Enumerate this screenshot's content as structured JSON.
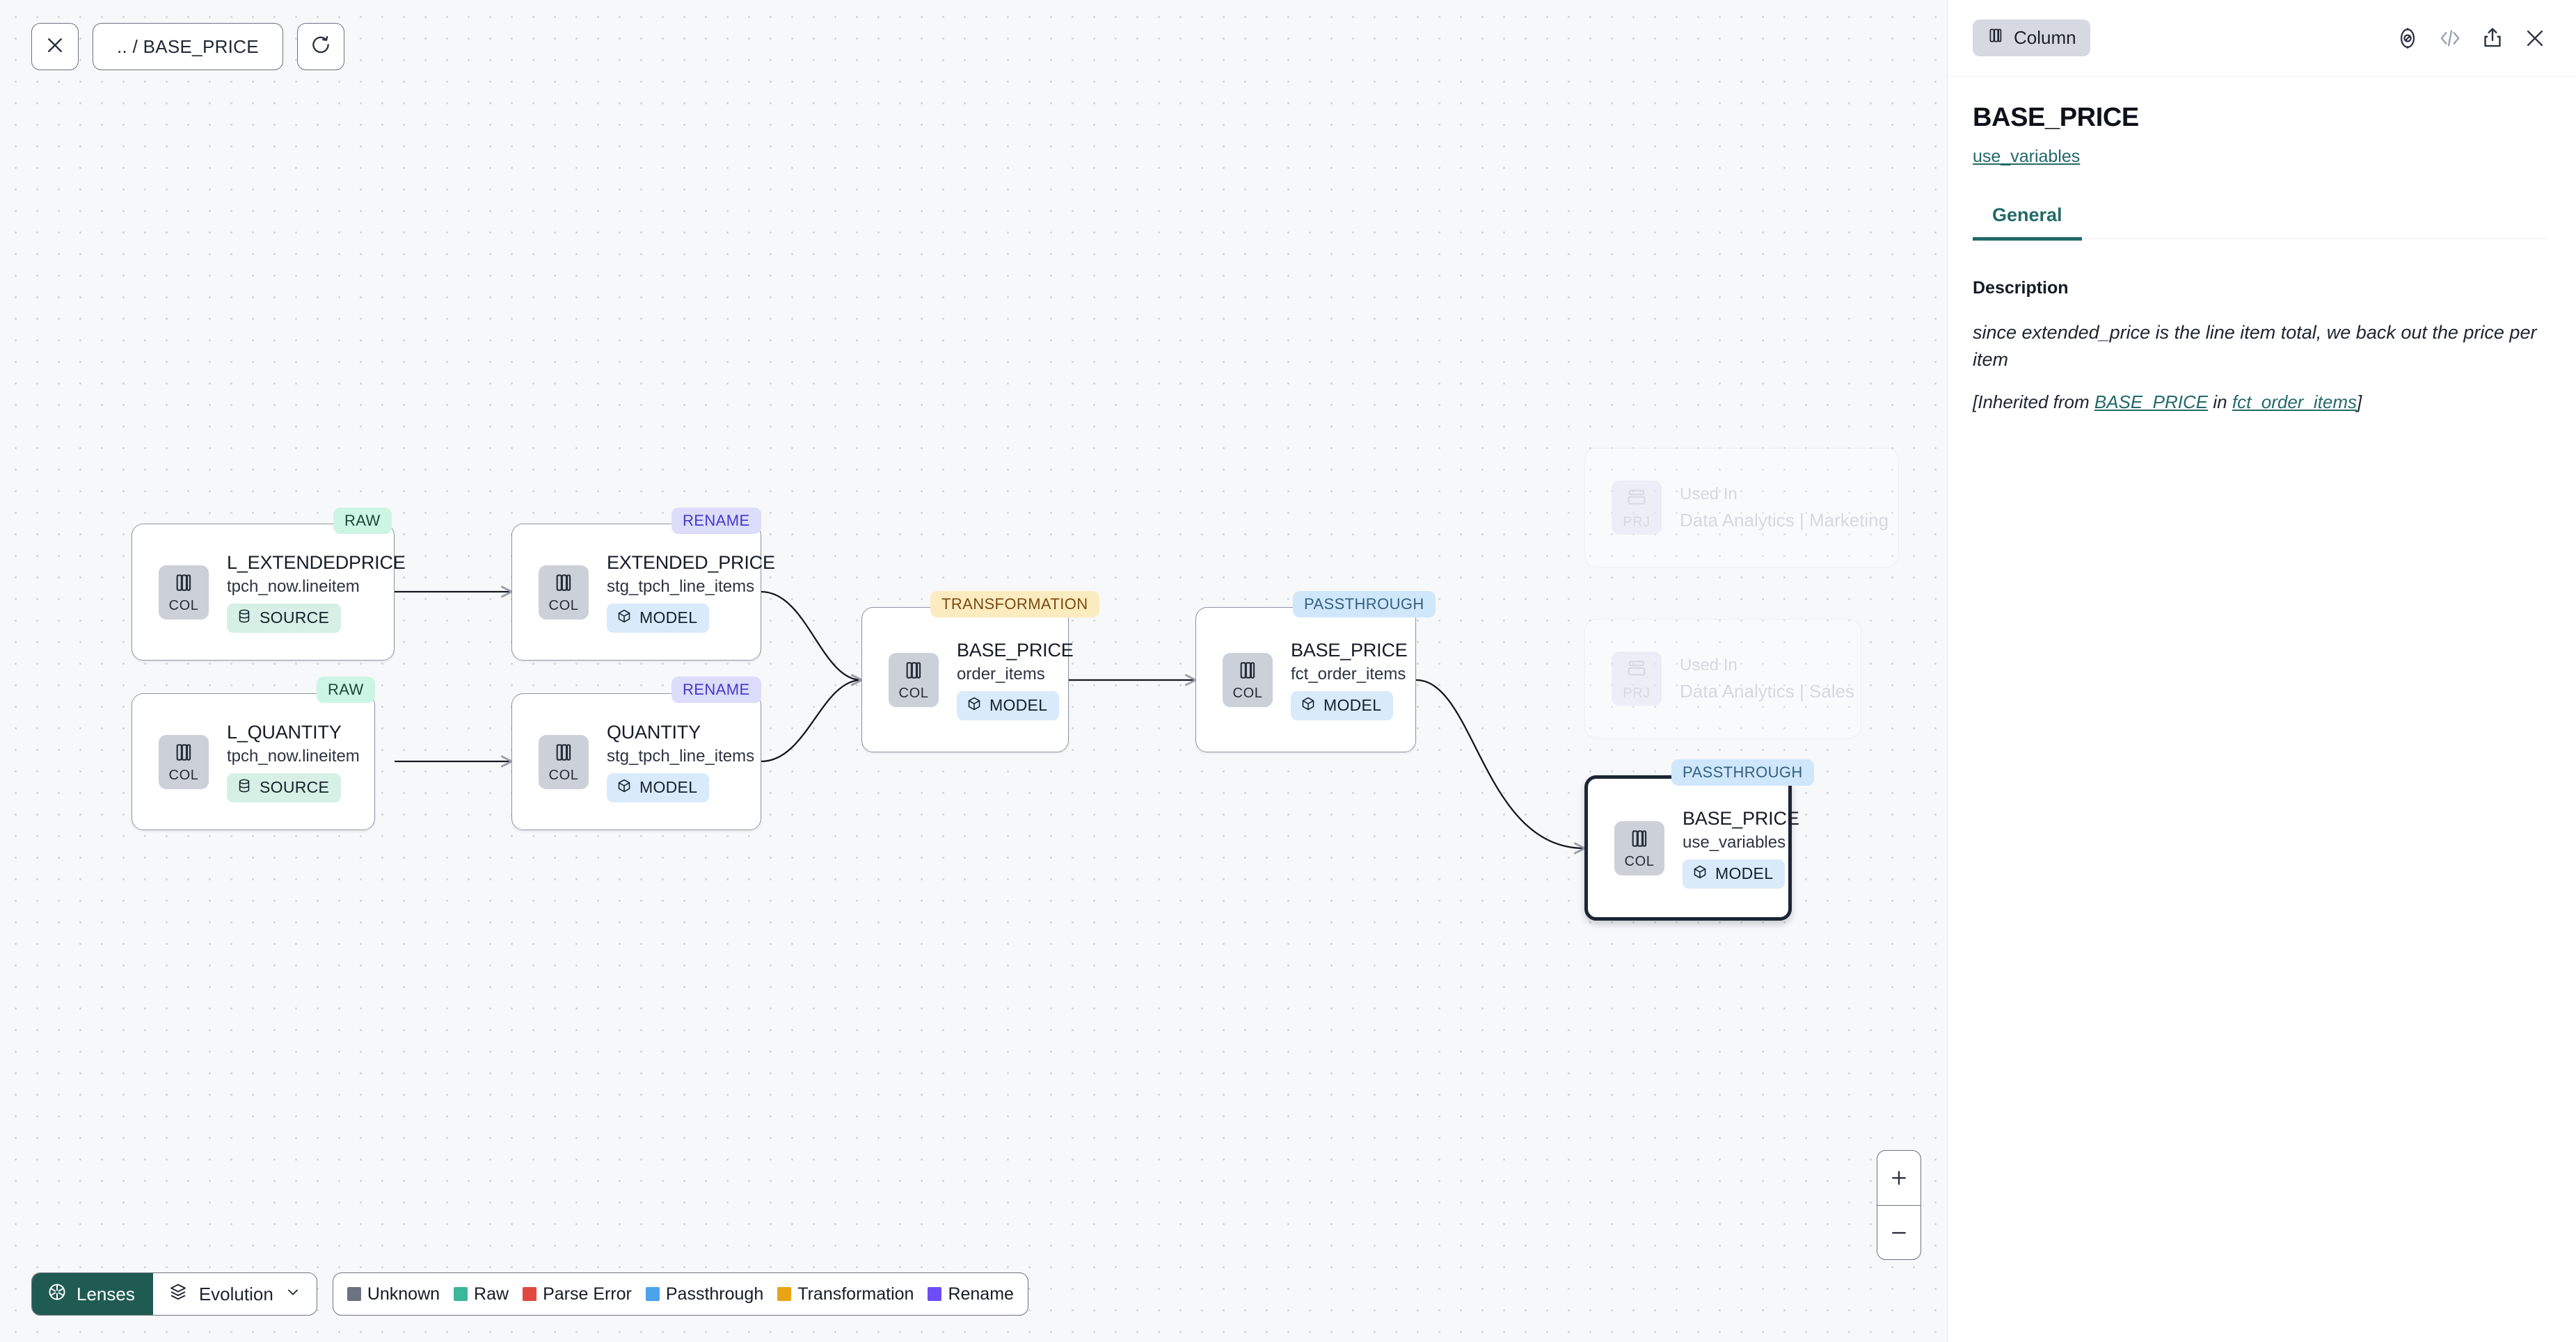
{
  "toolbar": {
    "close_icon": "close-icon",
    "breadcrumb": ".. / BASE_PRICE",
    "refresh_icon": "refresh-icon"
  },
  "canvas": {
    "nodes": [
      {
        "id": "l_extendedprice",
        "title": "L_EXTENDEDPRICE",
        "subtitle": "tpch_now.lineitem",
        "badge_type": "COL",
        "kind": "SOURCE",
        "kind_icon": "database-icon",
        "tag": "RAW",
        "selected": false
      },
      {
        "id": "l_quantity",
        "title": "L_QUANTITY",
        "subtitle": "tpch_now.lineitem",
        "badge_type": "COL",
        "kind": "SOURCE",
        "kind_icon": "database-icon",
        "tag": "RAW",
        "selected": false
      },
      {
        "id": "extended_price",
        "title": "EXTENDED_PRICE",
        "subtitle": "stg_tpch_line_items",
        "badge_type": "COL",
        "kind": "MODEL",
        "kind_icon": "cube-icon",
        "tag": "RENAME",
        "selected": false
      },
      {
        "id": "quantity",
        "title": "QUANTITY",
        "subtitle": "stg_tpch_line_items",
        "badge_type": "COL",
        "kind": "MODEL",
        "kind_icon": "cube-icon",
        "tag": "RENAME",
        "selected": false
      },
      {
        "id": "base_price_order_items",
        "title": "BASE_PRICE",
        "subtitle": "order_items",
        "badge_type": "COL",
        "kind": "MODEL",
        "kind_icon": "cube-icon",
        "tag": "TRANSFORMATION",
        "selected": false
      },
      {
        "id": "base_price_fct_order_items",
        "title": "BASE_PRICE",
        "subtitle": "fct_order_items",
        "badge_type": "COL",
        "kind": "MODEL",
        "kind_icon": "cube-icon",
        "tag": "PASSTHROUGH",
        "selected": false
      },
      {
        "id": "base_price_use_variables",
        "title": "BASE_PRICE",
        "subtitle": "use_variables",
        "badge_type": "COL",
        "kind": "MODEL",
        "kind_icon": "cube-icon",
        "tag": "PASSTHROUGH",
        "selected": true
      }
    ],
    "ghost_nodes": [
      {
        "id": "used_in_marketing",
        "badge_type": "PRJ",
        "line1": "Used In",
        "line2": "Data Analytics | Marketing"
      },
      {
        "id": "used_in_sales",
        "badge_type": "PRJ",
        "line1": "Used In",
        "line2": "Data Analytics | Sales"
      }
    ],
    "zoom_in": "+",
    "zoom_out": "−"
  },
  "bottom_bar": {
    "lenses_label": "Lenses",
    "lenses_icon": "aperture-icon",
    "evolution_label": "Evolution",
    "evolution_icon": "layers-icon",
    "chevron_icon": "chevron-down-icon",
    "legend": [
      {
        "label": "Unknown",
        "color": "#6b7280"
      },
      {
        "label": "Raw",
        "color": "#3bb79a"
      },
      {
        "label": "Parse Error",
        "color": "#e1483f"
      },
      {
        "label": "Passthrough",
        "color": "#4ba3eb"
      },
      {
        "label": "Transformation",
        "color": "#e8a317"
      },
      {
        "label": "Rename",
        "color": "#6d4df6"
      }
    ]
  },
  "panel": {
    "type_chip": "Column",
    "type_chip_icon": "column-icon",
    "icons": [
      {
        "name": "compass-icon"
      },
      {
        "name": "code-icon"
      },
      {
        "name": "share-icon"
      },
      {
        "name": "close-icon"
      }
    ],
    "title": "BASE_PRICE",
    "model_link": "use_variables",
    "tabs": [
      {
        "label": "General",
        "active": true
      }
    ],
    "description_label": "Description",
    "description_text": "since extended_price is the line item total, we back out the price per item",
    "inherited_prefix": "[Inherited from ",
    "inherited_source": "BASE_PRICE",
    "inherited_mid": " in ",
    "inherited_model": "fct_order_items",
    "inherited_suffix": "]"
  },
  "colors": {
    "accent_teal": "#23696a",
    "canvas_bg": "#f7f8fa",
    "selected_border": "#1c2535"
  }
}
